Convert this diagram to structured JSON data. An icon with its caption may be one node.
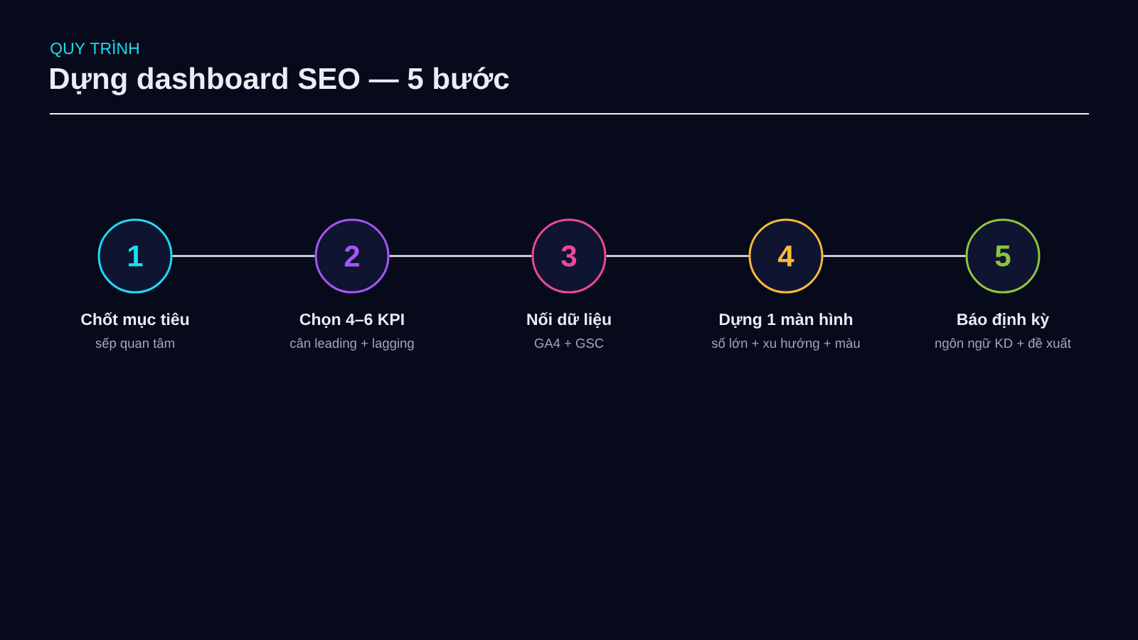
{
  "diagram": {
    "title": "Dựng dashboard SEO — 5 bước",
    "nodes": [
      {
        "text": [
          "1"
        ],
        "beside": [
          "Chốt mục tiêu",
          "sếp quan tâm"
        ]
      },
      {
        "text": [
          "2"
        ],
        "beside": [
          "Chọn 4–6 KPI",
          "cân leading + lagging"
        ]
      },
      {
        "text": [
          "3"
        ],
        "beside": [
          "Nối dữ liệu",
          "GA4 + GSC"
        ]
      },
      {
        "text": [
          "4"
        ],
        "beside": [
          "Dựng 1 màn hình",
          "số lớn + xu hướng + màu"
        ]
      },
      {
        "text": [
          "5"
        ],
        "beside": [
          "Báo định kỳ",
          "ngôn ngữ KD + đề xuất"
        ]
      }
    ],
    "edges": [
      {
        "from": 0,
        "to": 1,
        "arrow": "none"
      },
      {
        "from": 1,
        "to": 2,
        "arrow": "none"
      },
      {
        "from": 2,
        "to": 3,
        "arrow": "none"
      },
      {
        "from": 3,
        "to": 4,
        "arrow": "none"
      }
    ],
    "labels": [
      "QUY TRÌNH"
    ]
  }
}
